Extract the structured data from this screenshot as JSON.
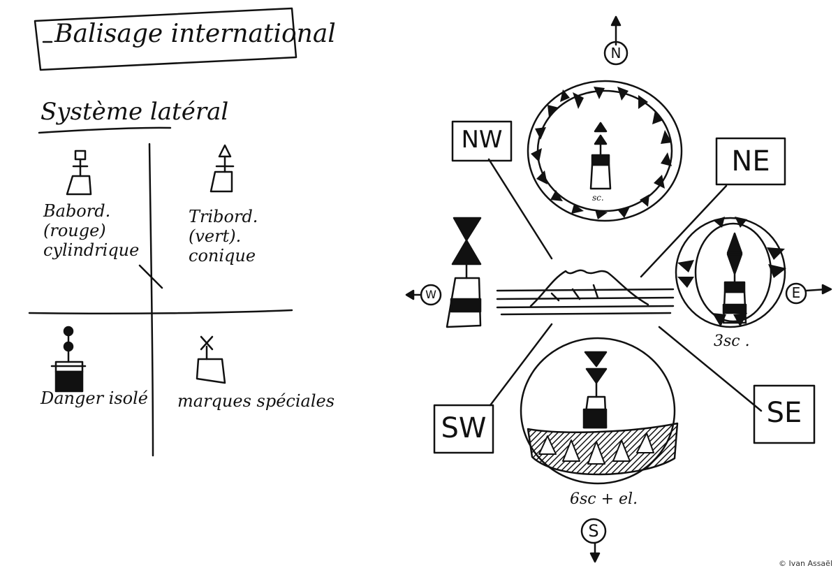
{
  "header": {
    "title": "Balisage international",
    "section_title": "Système latéral"
  },
  "lateral_cells": [
    {
      "id": "babord",
      "label": "Babord. (rouge) cylindrique"
    },
    {
      "id": "tribord",
      "label": "Tribord. (vert). conique"
    },
    {
      "id": "danger",
      "label": "Danger isolé"
    },
    {
      "id": "special",
      "label": "marques spéciales"
    }
  ],
  "cardinal": {
    "compass_points": {
      "north": "N",
      "south": "S",
      "east": "E",
      "west": "W"
    },
    "quadrant_boxes": {
      "nw": "NW",
      "ne": "NE",
      "sw": "SW",
      "se": "SE"
    },
    "flash_notes": {
      "north": "sc.",
      "east": "3sc .",
      "south": "6sc + el."
    }
  },
  "footer": {
    "copyright": "© Ivan Assaël"
  }
}
